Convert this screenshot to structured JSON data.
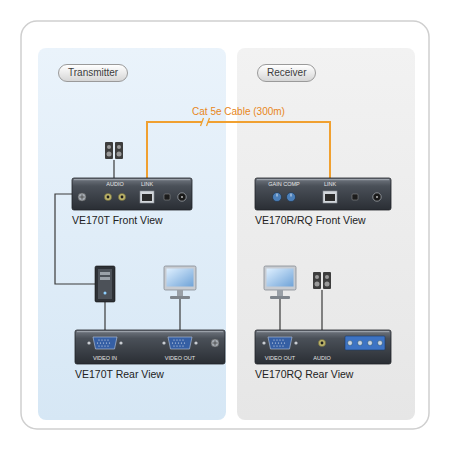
{
  "diagram": {
    "nodes": [
      {
        "text": [
          "Transmitter"
        ]
      },
      {
        "text": [
          "Receiver"
        ]
      },
      {
        "text": [
          "VE170T Front View"
        ],
        "in": 0
      },
      {
        "text": [
          "VE170R/RQ Front View"
        ],
        "in": 1
      },
      {
        "text": [
          "VE170T Rear View"
        ],
        "in": 0
      },
      {
        "text": [
          "VE170RQ Rear View"
        ],
        "in": 1
      }
    ],
    "edges": [
      {
        "from": 2,
        "to": 3,
        "arrow": "none",
        "label": "Cat 5e Cable (300m)"
      }
    ],
    "labels": [
      "AUDIO",
      "LINK",
      "GAIN COMP",
      "LINK",
      "VIDEO IN",
      "VIDEO OUT",
      "VIDEO OUT",
      "AUDIO"
    ]
  }
}
